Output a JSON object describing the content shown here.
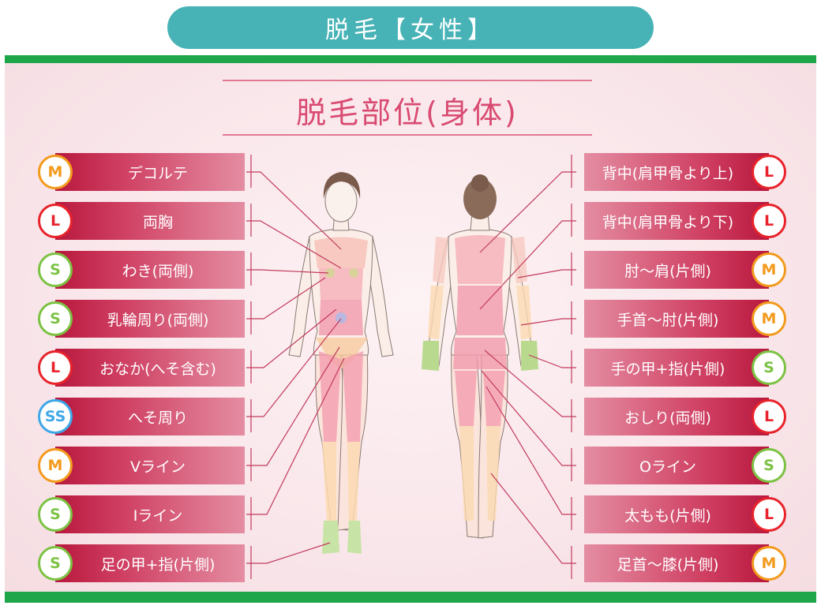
{
  "header": {
    "title": "脱毛【女性】"
  },
  "section": {
    "title": "脱毛部位(身体)"
  },
  "colors": {
    "header": "#48b3b6",
    "green_bar": "#1fa64a",
    "title": "#d94a71",
    "SS": "#3ea7e8",
    "S": "#7cc243",
    "M": "#f39a1d",
    "L": "#e8232b"
  },
  "left_items": [
    {
      "label": "デコルテ",
      "size": "M"
    },
    {
      "label": "両胸",
      "size": "L"
    },
    {
      "label": "わき(両側)",
      "size": "S"
    },
    {
      "label": "乳輪周り(両側)",
      "size": "S"
    },
    {
      "label": "おなか(へそ含む)",
      "size": "L"
    },
    {
      "label": "へそ周り",
      "size": "SS"
    },
    {
      "label": "Vライン",
      "size": "M"
    },
    {
      "label": "Iライン",
      "size": "S"
    },
    {
      "label": "足の甲+指(片側)",
      "size": "S"
    }
  ],
  "right_items": [
    {
      "label": "背中(肩甲骨より上)",
      "size": "L"
    },
    {
      "label": "背中(肩甲骨より下)",
      "size": "L"
    },
    {
      "label": "肘〜肩(片側)",
      "size": "M"
    },
    {
      "label": "手首〜肘(片側)",
      "size": "M"
    },
    {
      "label": "手の甲+指(片側)",
      "size": "S"
    },
    {
      "label": "おしり(両側)",
      "size": "L"
    },
    {
      "label": "Oライン",
      "size": "S"
    },
    {
      "label": "太もも(片側)",
      "size": "L"
    },
    {
      "label": "足首〜膝(片側)",
      "size": "M"
    }
  ]
}
